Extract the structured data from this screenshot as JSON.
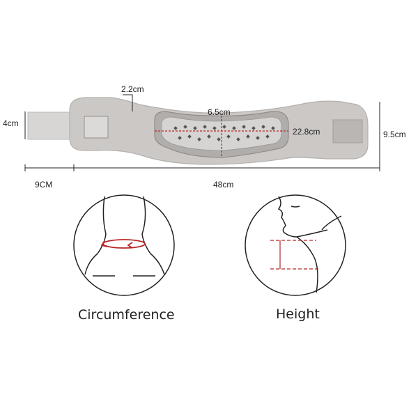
{
  "dimensions": {
    "strap_width": "2.2cm",
    "end_height": "4cm",
    "pad_height": "6.5cm",
    "pad_length": "22.8cm",
    "total_height": "9.5cm",
    "strap_length": "9CM",
    "body_length": "48cm"
  },
  "diagrams": {
    "circumference_label": "Circumference",
    "height_label": "Height"
  },
  "colors": {
    "brace": "#c9c6c4",
    "pad": "#a9a6a4",
    "measure_red": "#b82828",
    "line": "#222222"
  }
}
